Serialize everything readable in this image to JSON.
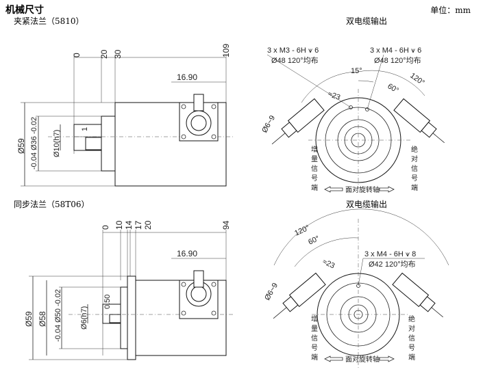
{
  "header": {
    "title": "机械尺寸",
    "unit": "单位：mm"
  },
  "section1": {
    "label": "夹紧法兰（5810）",
    "outlet_label": "双电缆输出",
    "side_view": {
      "top_dims": [
        "0",
        "20",
        "30",
        "109"
      ],
      "connector_dim": "16.90",
      "dia_outer": "Ø59",
      "dia_flange": "-0.04 Ø36 -0.02",
      "dia_shaft": "Ø10(h7)",
      "shaft_flat": "1"
    },
    "front_view": {
      "thread_left": "3 x M3 - 6H ⩛ 6",
      "pcd_left": "Ø48 120°均布",
      "thread_right": "3 x M4 - 6H ⩛ 6",
      "pcd_right": "Ø48 120°均布",
      "angle_a": "15°",
      "angle_b": "60°",
      "angle_c": "120°",
      "dim_23": "≈23",
      "dim_cable": "Ø6~9",
      "side_left": [
        "增",
        "量",
        "信",
        "号",
        "端"
      ],
      "side_right": [
        "绝",
        "对",
        "信",
        "号",
        "端"
      ],
      "rotation": "面对旋转轴"
    }
  },
  "section2": {
    "label": "同步法兰（58T06）",
    "outlet_label": "双电缆输出",
    "side_view": {
      "top_dims": [
        "0",
        "10",
        "14",
        "17",
        "20",
        "94"
      ],
      "connector_dim": "16.90",
      "dia_outer": "Ø59",
      "dia_flange": "Ø58",
      "dia_spigot": "-0.04 Ø50 -0.02",
      "dia_shaft": "Ø6(h7)",
      "shaft_flat": "0.50"
    },
    "front_view": {
      "angle_a": "120°",
      "angle_b": "60°",
      "thread": "3 x M4 - 6H ⩛ 8",
      "pcd": "Ø42 120°均布",
      "dim_23": "≈23",
      "dim_cable": "Ø6~9",
      "side_left": [
        "增",
        "量",
        "信",
        "号",
        "端"
      ],
      "side_right": [
        "绝",
        "对",
        "信",
        "号",
        "端"
      ],
      "rotation": "面对旋转轴"
    }
  }
}
